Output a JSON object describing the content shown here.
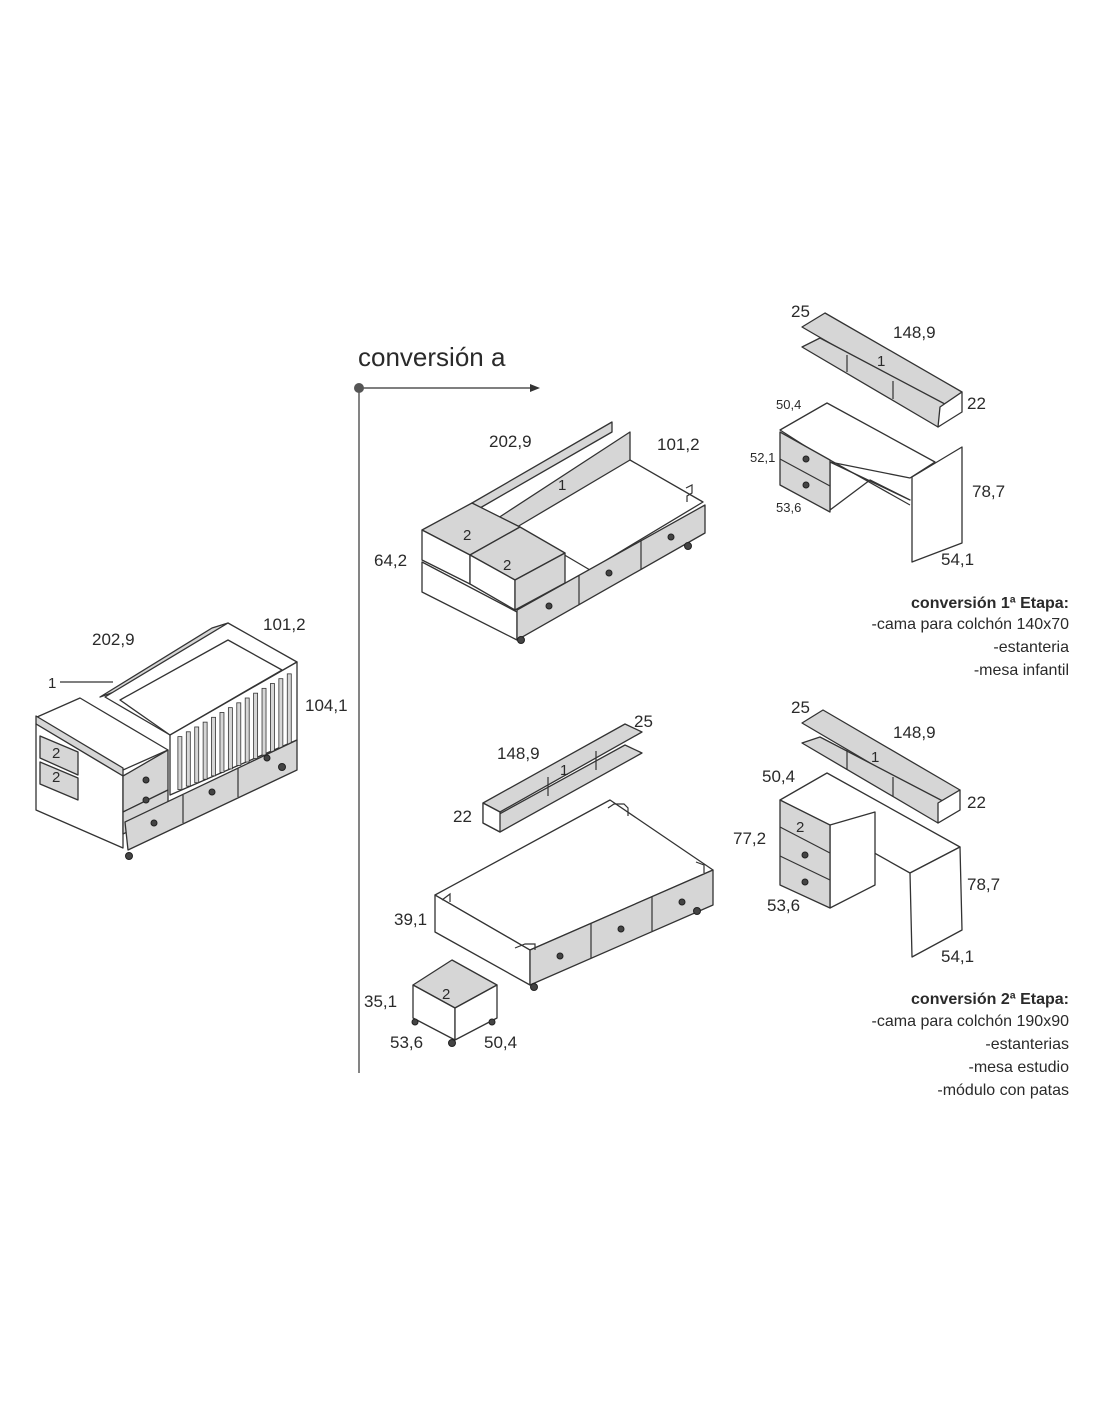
{
  "heading": "conversión a",
  "crib": {
    "length": "202,9",
    "depth": "101,2",
    "height": "104,1",
    "part_1": "1",
    "part_2a": "2",
    "part_2b": "2"
  },
  "stage1": {
    "bed": {
      "length": "202,9",
      "depth": "101,2",
      "height": "64,2",
      "part_1": "1",
      "part_2a": "2",
      "part_2b": "2"
    },
    "shelf": {
      "depth": "25",
      "length": "148,9",
      "height": "22",
      "part_1": "1"
    },
    "desk": {
      "top_depth": "50,4",
      "drawer_height": "52,1",
      "pedestal_depth": "53,6",
      "height": "78,7",
      "leg_depth": "54,1"
    },
    "caption": {
      "title": "conversión 1ª Etapa:",
      "items": [
        "-cama para colchón 140x70",
        "-estanteria",
        "-mesa infantil"
      ]
    }
  },
  "stage2": {
    "shelf_center": {
      "depth": "25",
      "length": "148,9",
      "height": "22",
      "part_1": "1"
    },
    "bed": {
      "height": "39,1"
    },
    "module": {
      "height": "35,1",
      "part_2": "2",
      "width": "53,6",
      "depth": "50,4"
    },
    "shelf": {
      "depth": "25",
      "length": "148,9",
      "height": "22",
      "part_1": "1"
    },
    "desk": {
      "top_depth": "50,4",
      "pedestal_height": "77,2",
      "part_2": "2",
      "pedestal_depth": "53,6",
      "height": "78,7",
      "leg_depth": "54,1"
    },
    "caption": {
      "title": "conversión 2ª Etapa:",
      "items": [
        "-cama para colchón 190x90",
        "-estanterias",
        "-mesa estudio",
        "-módulo con patas"
      ]
    }
  }
}
